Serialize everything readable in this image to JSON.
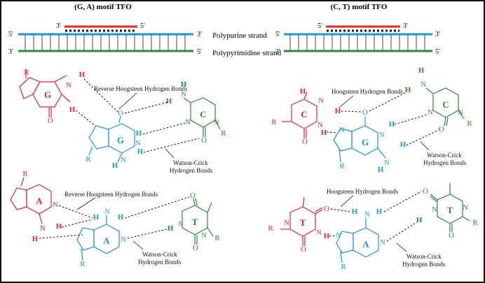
{
  "panels": {
    "left_title": "(G, A) motif TFO",
    "right_title": "(C, T) motif TFO",
    "strand_top_label": "Polypurine strand",
    "strand_bottom_label": "Polypyrimidine strand",
    "end5": "5'",
    "end3": "3'"
  },
  "bonds": {
    "reverse_hoogsteen": "Reverse Hoogsteen Hydrogen Bonds",
    "hoogsteen": "Hoogsteen Hydrogen Bonds",
    "wc_line1": "Watson-Crick",
    "wc_line2": "Hydrogen Bonds"
  },
  "bases": {
    "G": "G",
    "A": "A",
    "C": "C",
    "T": "T",
    "R": "R",
    "N": "N",
    "O": "O",
    "H": "H",
    "Cplus": "C"
  },
  "colors": {
    "tfo": "#e8242a",
    "purine": "#1d96d1",
    "pyrimidine": "#2a8a35",
    "ink": "#111111"
  }
}
